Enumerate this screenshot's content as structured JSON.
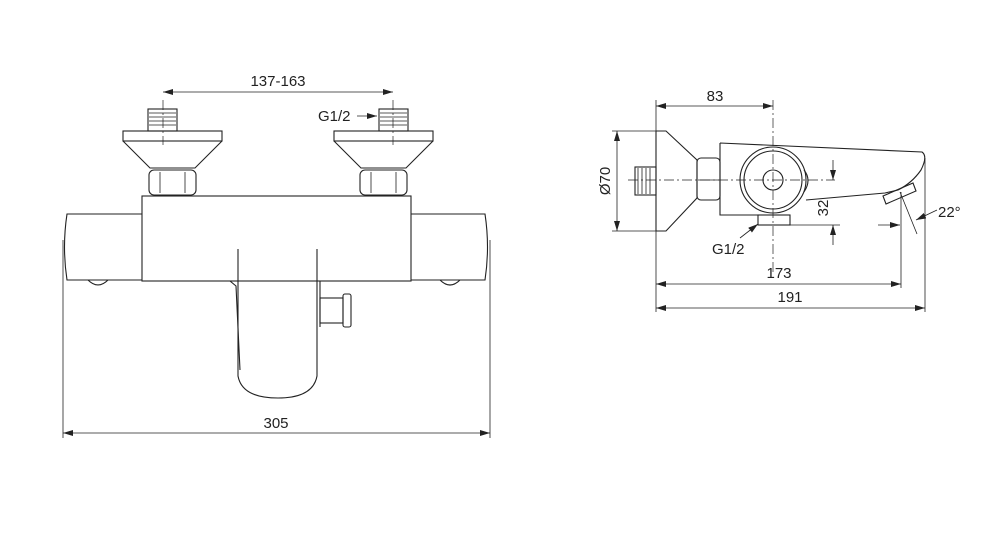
{
  "front_view": {
    "inlet_spacing": "137-163",
    "inlet_thread": "G1/2",
    "overall_width": "305"
  },
  "side_view": {
    "wall_to_axis": "83",
    "flange_diameter": "Ø70",
    "outlet_offset": "32",
    "outlet_thread": "G1/2",
    "spout_angle": "22°",
    "projection_outlet": "173",
    "projection_total": "191"
  }
}
